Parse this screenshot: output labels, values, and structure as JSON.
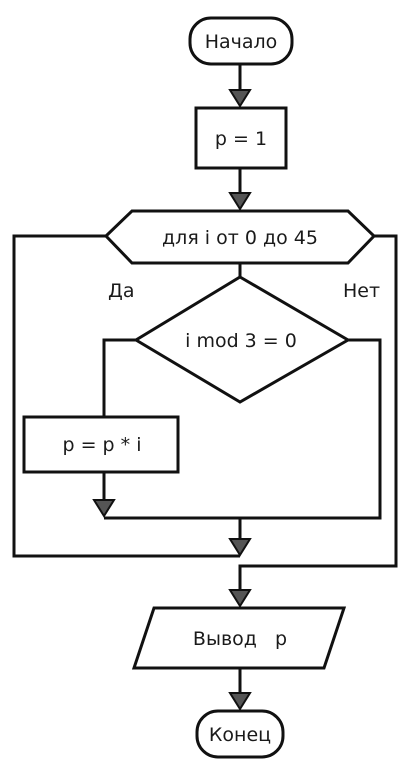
{
  "flowchart": {
    "start_label": "Начало",
    "init_label": "p = 1",
    "loop_label": "для i от 0 до 45",
    "yes_label": "Да",
    "no_label": "Нет",
    "condition_label": "i mod 3 = 0",
    "multiply_label": "p = p * i",
    "output_label": "Вывод   p",
    "end_label": "Конец"
  },
  "colors": {
    "stroke": "#111111",
    "arrow_fill": "#555555",
    "background": "#ffffff"
  }
}
